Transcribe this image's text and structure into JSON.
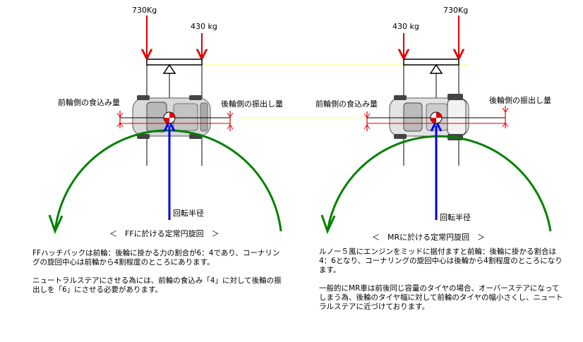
{
  "left": {
    "front_weight": "730Kg",
    "rear_weight": "430 kg",
    "front_intrusion_label": "前輪側の食込み量",
    "rear_swing_label": "後輪側の振出し量",
    "radius_label": "回転半径",
    "caption": "＜　FFに於ける定常円旋回　＞",
    "para1": "FFハッチバックは前輪：後輪に掛かる力の割合が6：4であり、コーナリングの旋回中心は前輪から4割程度のところにあります。",
    "para2": "ニュートラルステアにさせる為には、前輪の食込み「4」に対して後輪の振出しを「6」にさせる必要があります。"
  },
  "right": {
    "front_weight": "430 kg",
    "rear_weight": "730Kg",
    "front_intrusion_label": "前輪側の食込み量",
    "rear_swing_label": "後輪側の振出し量",
    "radius_label": "回転半径",
    "caption": "＜　MRに於ける定常円旋回　＞",
    "para1": "ルノー５風にエンジンをミッドに据付ますと前輪：後輪に掛かる割合は4：6となり、コーナリングの旋回中心は後輪から4割程度のところになります。",
    "para2": "一般的にMR車は前後同じ容量のタイヤの場合、オーバーステアになってしまう為、後輪のタイヤ幅に対して前輪のタイヤの幅小さくし、ニュートラルステアに近づけております。"
  },
  "colors": {
    "weight_arrow": "#e00000",
    "radius_arrow": "#0000ee",
    "turn_arc": "#008000",
    "guide_line": "#ffff66"
  }
}
